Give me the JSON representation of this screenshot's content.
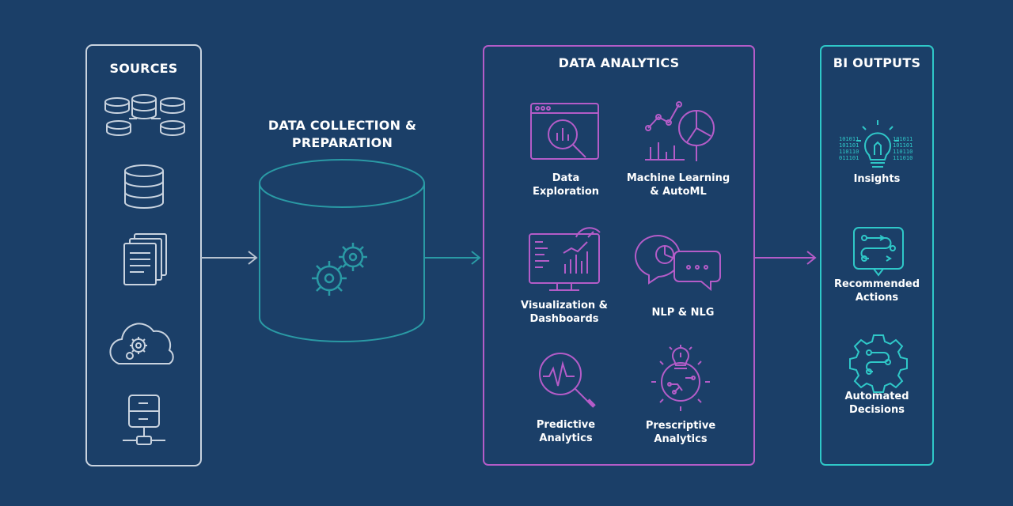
{
  "sources": {
    "title": "SOURCES"
  },
  "collection": {
    "title_line1": "DATA COLLECTION &",
    "title_line2": "PREPARATION"
  },
  "analytics": {
    "title": "DATA ANALYTICS",
    "items": [
      {
        "line1": "Data",
        "line2": "Exploration"
      },
      {
        "line1": "Machine Learning",
        "line2": "& AutoML"
      },
      {
        "line1": "Visualization &",
        "line2": "Dashboards"
      },
      {
        "line1": "NLP & NLG",
        "line2": ""
      },
      {
        "line1": "Predictive",
        "line2": "Analytics"
      },
      {
        "line1": "Prescriptive",
        "line2": "Analytics"
      }
    ]
  },
  "outputs": {
    "title": "BI OUTPUTS",
    "items": [
      {
        "line1": "Insights",
        "line2": ""
      },
      {
        "line1": "Recommended",
        "line2": "Actions"
      },
      {
        "line1": "Automated",
        "line2": "Decisions"
      }
    ],
    "binary_left": [
      "101011",
      "101101",
      "110110",
      "011101"
    ],
    "binary_right": [
      "101011",
      "101101",
      "110110",
      "111010"
    ]
  },
  "colors": {
    "background": "#1b3f68",
    "sources_border": "#c9d3df",
    "analytics_border": "#b45cc8",
    "outputs_border": "#2fc8c8",
    "collection_teal": "#2a9aa5",
    "arrow_left": "#b8c3d0",
    "arrow_mid": "#2a9aa5",
    "arrow_right": "#b45cc8"
  }
}
